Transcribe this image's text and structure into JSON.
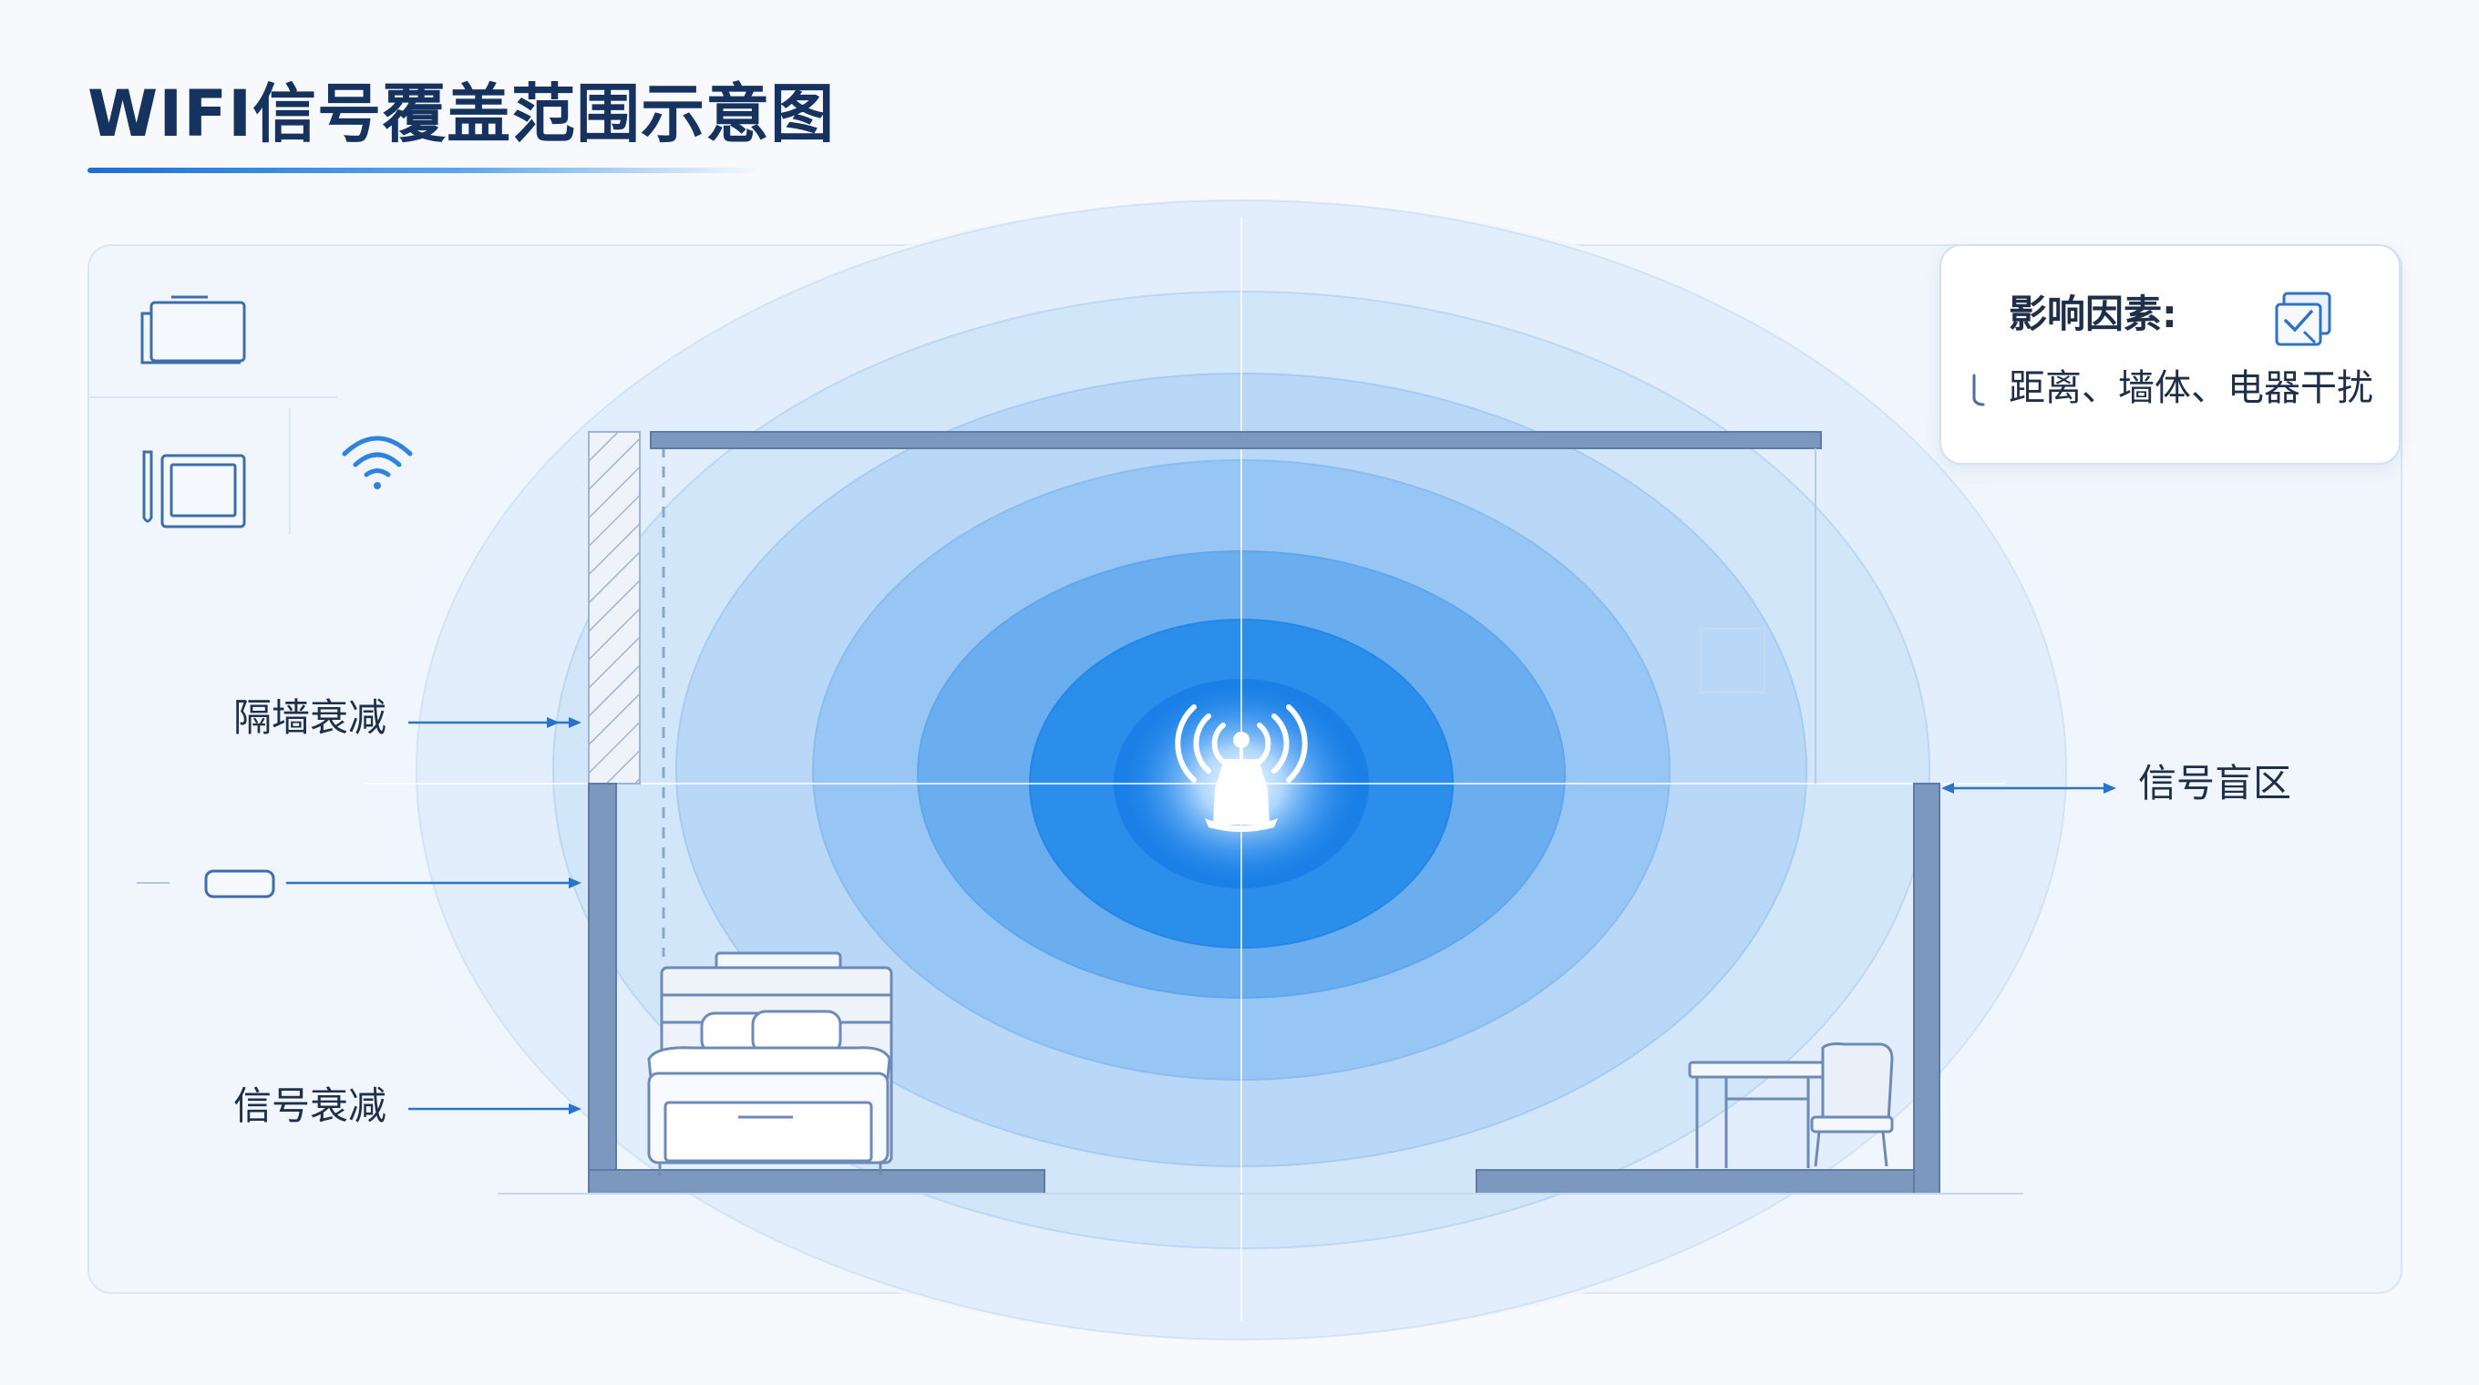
{
  "title": "WIFI信号覆盖范围示意图",
  "labels": {
    "wall_attenuation": "隔墙衰减",
    "signal_attenuation": "信号衰减",
    "dead_zone": "信号盲区"
  },
  "factors": {
    "title": "影响因素:",
    "text": "距离、墙体、电器干扰"
  },
  "colors": {
    "accent": "#1d6fd6",
    "title": "#16325f",
    "wall": "#7d98bf",
    "signal_core": "#0f7fe8",
    "signal_outer": "#e6f0fb"
  },
  "icons": [
    "tv-icon",
    "tablet-icon",
    "wifi-icon",
    "router-icon",
    "bed-icon",
    "desk-icon",
    "air-conditioner-icon",
    "checklist-icon"
  ]
}
